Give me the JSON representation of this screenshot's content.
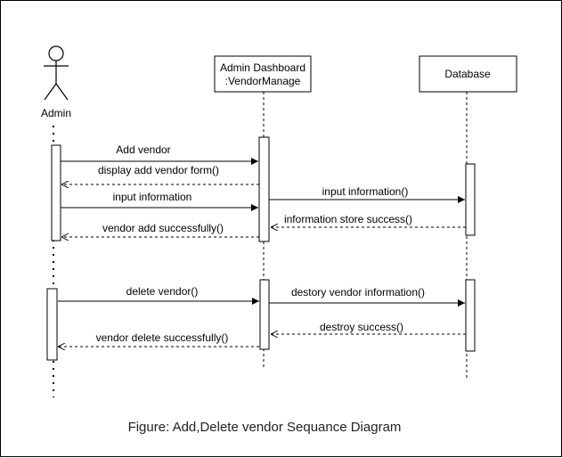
{
  "participants": {
    "actor": {
      "name": "Admin",
      "icon": "stick-figure-icon"
    },
    "dashboard": {
      "line1": "Admin Dashboard",
      "line2": ":VendorManage"
    },
    "database": {
      "name": "Database"
    }
  },
  "messages": {
    "m1": "Add vendor",
    "m2": "display add vendor form()",
    "m3": "input information",
    "m4": "input information()",
    "m5": "information store success()",
    "m6": "vendor add successfully()",
    "m7": "delete vendor()",
    "m8": "destory vendor information()",
    "m9": "destroy success()",
    "m10": "vendor delete successfully()"
  },
  "caption": "Figure: Add,Delete vendor Sequance Diagram",
  "colors": {
    "line": "#000000",
    "lifeline": "#000000",
    "background": "#ffffff"
  }
}
